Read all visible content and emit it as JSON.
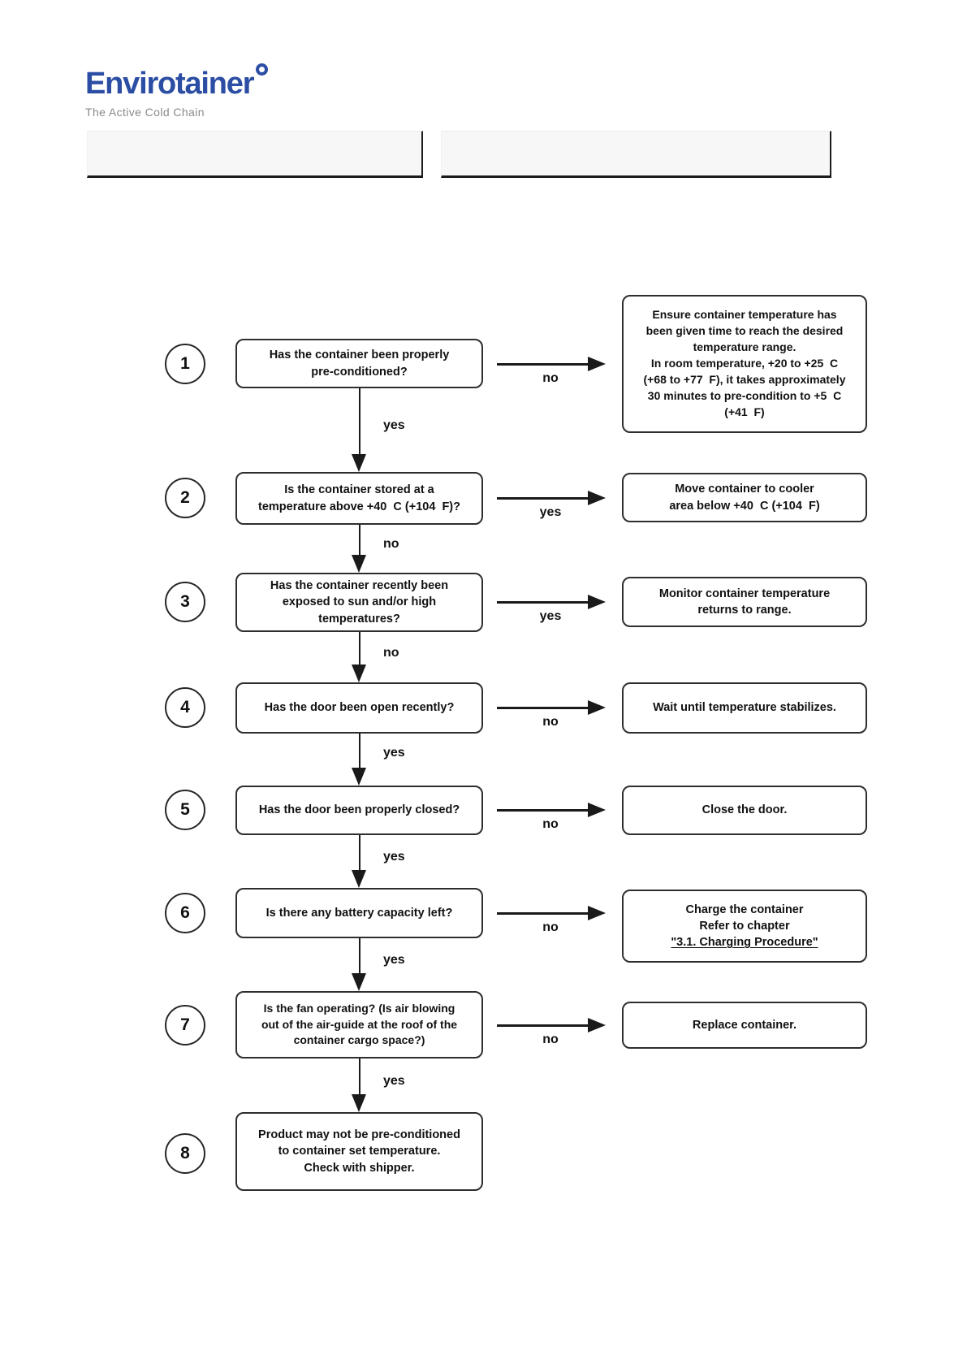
{
  "logo": {
    "brand": "Envirotainer",
    "tagline": "The Active Cold Chain",
    "brand_color": "#2b4da3",
    "tagline_color": "#8a8a8a"
  },
  "header": {
    "left_cell": "",
    "right_cell": ""
  },
  "flow": {
    "steps": [
      {
        "number": "1",
        "question": "Has the container been properly\npre-conditioned?",
        "branch_label": "no",
        "result": "Ensure container temperature has\nbeen given time to reach the desired\ntemperature range.\nIn room temperature, +20 to +25  C\n(+68 to +77  F), it takes approximately\n30 minutes to pre-condition to +5  C\n(+41  F)",
        "down_label": "yes"
      },
      {
        "number": "2",
        "question": "Is the container stored at a\ntemperature above +40  C (+104  F)?",
        "branch_label": "yes",
        "result": "Move container to cooler\narea below +40  C (+104  F)",
        "down_label": "no"
      },
      {
        "number": "3",
        "question": "Has the container recently been\nexposed to sun and/or high\ntemperatures?",
        "branch_label": "yes",
        "result": "Monitor container temperature\nreturns to range.",
        "down_label": "no"
      },
      {
        "number": "4",
        "question": "Has the door been open recently?",
        "branch_label": "no",
        "result": "Wait until temperature stabilizes.",
        "down_label": "yes"
      },
      {
        "number": "5",
        "question": "Has the door been properly closed?",
        "branch_label": "no",
        "result": "Close the door.",
        "down_label": "yes"
      },
      {
        "number": "6",
        "question": "Is there any battery capacity left?",
        "branch_label": "no",
        "result": "Charge the container\nRefer to chapter",
        "result_link": "\"3.1. Charging Procedure\"",
        "down_label": "yes"
      },
      {
        "number": "7",
        "question": "Is the fan operating? (Is air blowing\nout of the air-guide at the roof of the\ncontainer cargo space?)",
        "branch_label": "no",
        "result": "Replace container.",
        "down_label": "yes"
      },
      {
        "number": "8",
        "question": "Product may not be pre-conditioned\nto container set temperature.\nCheck with shipper."
      }
    ]
  }
}
